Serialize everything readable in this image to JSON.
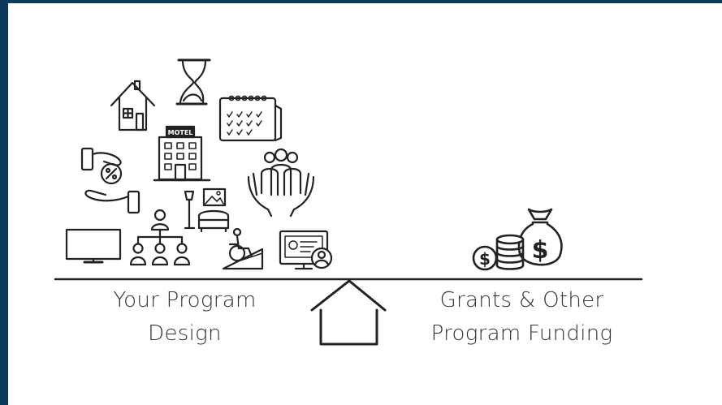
{
  "left_label": {
    "line1": "Your Program",
    "line2": "Design"
  },
  "right_label": {
    "line1": "Grants & Other",
    "line2": "Program Funding"
  },
  "motel_sign": "MOTEL",
  "icons": [
    "house-icon",
    "hourglass-icon",
    "calendar-icon",
    "percent-hand-icon",
    "motel-icon",
    "community-hands-icon",
    "furniture-icon",
    "org-chart-icon",
    "television-icon",
    "wheelchair-ramp-icon",
    "computer-user-icon",
    "money-bag-coins-icon",
    "fulcrum-icon"
  ],
  "colors": {
    "frame": "#0b3a5c",
    "line": "#222222",
    "background": "#ffffff",
    "text": "#333333"
  }
}
